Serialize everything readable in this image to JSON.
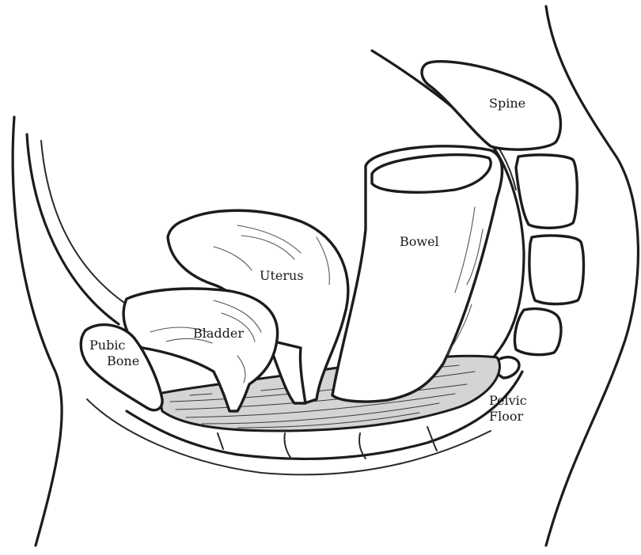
{
  "labels": {
    "spine": "Spine",
    "bowel": "Bowel",
    "uterus": "Uterus",
    "bladder": "Bladder",
    "pubic_bone_line1": "Pubic",
    "pubic_bone_line2": "Bone",
    "pelvic_floor_line1": "Pelvic",
    "pelvic_floor_line2": "Floor"
  },
  "colors": {
    "ink": "#1c1c1c",
    "pelvic_floor_fill": "#d4d4d4",
    "background": "#ffffff"
  }
}
